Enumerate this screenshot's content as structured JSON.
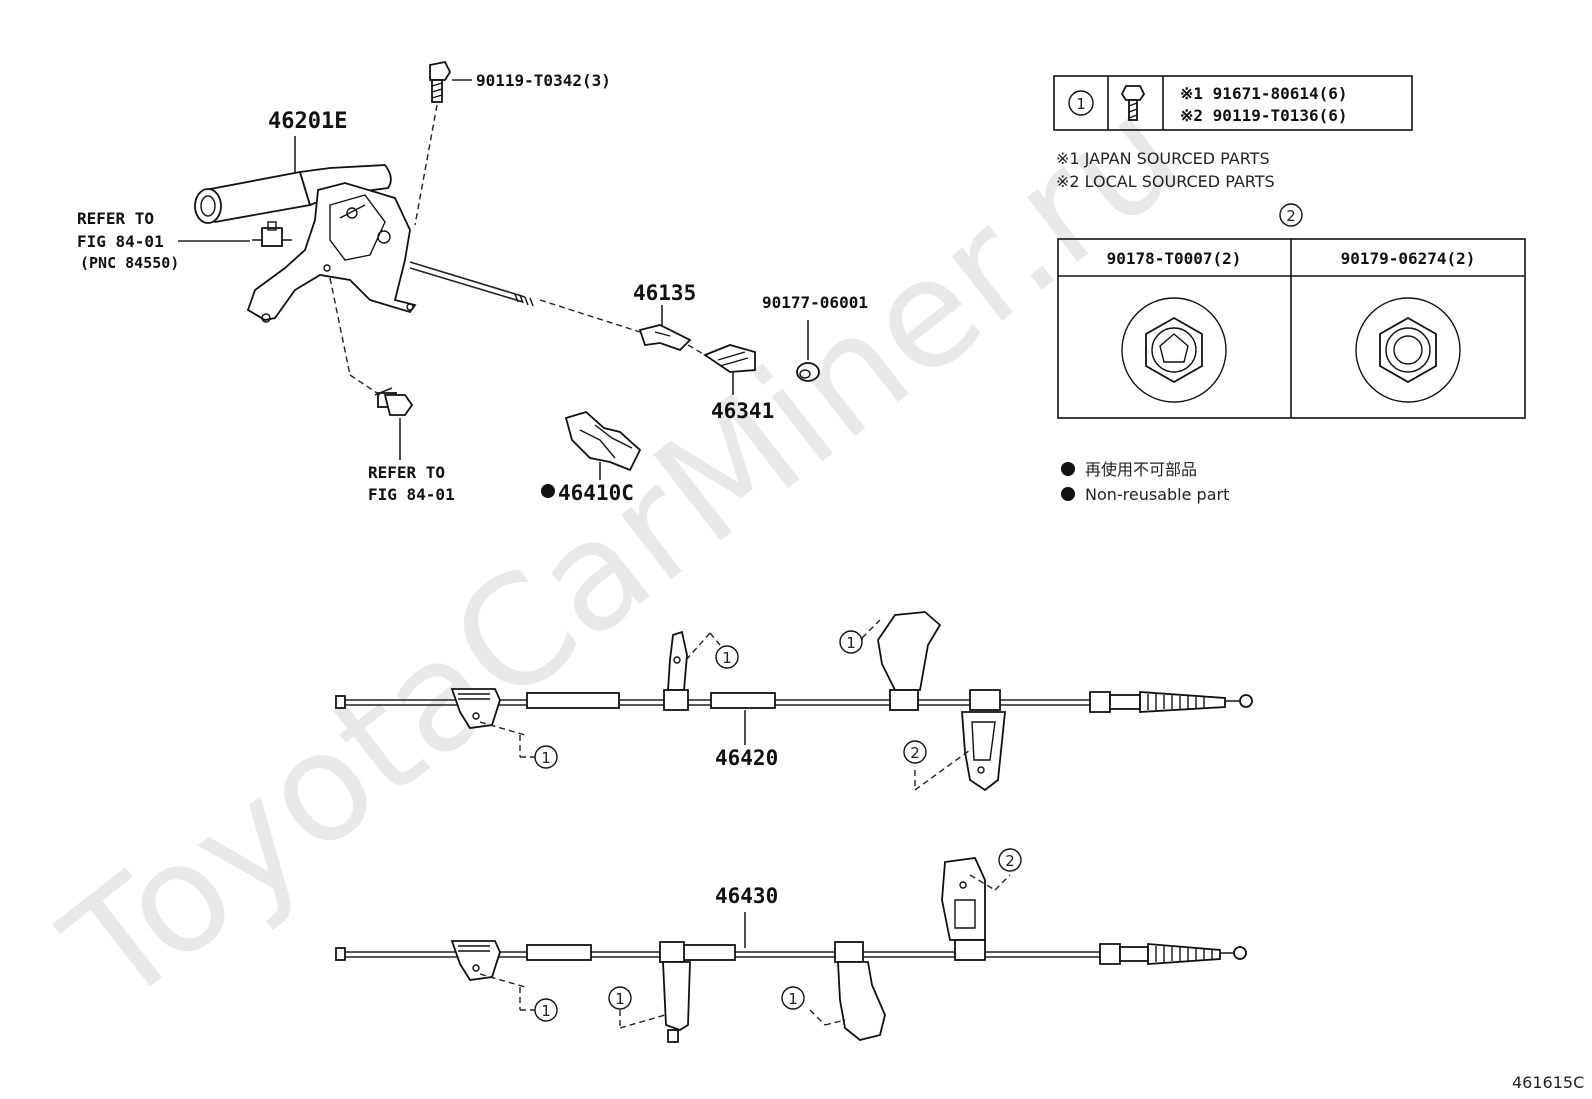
{
  "watermark": "ToyotaCarMiner.ru",
  "figure_code": "461615C",
  "labels": {
    "lever_assy": "46201E",
    "bolt_top": "90119-T0342(3)",
    "refer_upper_line1": "REFER TO",
    "refer_upper_line2": "FIG 84-01",
    "refer_upper_line3": "(PNC 84550)",
    "refer_lower_line1": "REFER TO",
    "refer_lower_line2": "FIG 84-01",
    "equalizer": "46135",
    "yoke": "46341",
    "bushing": "90177-06001",
    "clip": "46410C",
    "cable_front": "46420",
    "cable_rear": "46430"
  },
  "legend_table": {
    "symbol": "①",
    "row1": "※1 91671-80614(6)",
    "row2": "※2 90119-T0136(6)",
    "note1": "※1 JAPAN SOURCED PARTS",
    "note2": "※2 LOCAL SOURCED PARTS"
  },
  "nut_table": {
    "symbol": "②",
    "col1_header": "90178-T0007(2)",
    "col2_header": "90179-06274(2)"
  },
  "non_reusable": {
    "japanese": "再使用不可部品",
    "english": "Non-reusable part"
  },
  "callouts": {
    "circle1": "1",
    "circle2": "2"
  }
}
